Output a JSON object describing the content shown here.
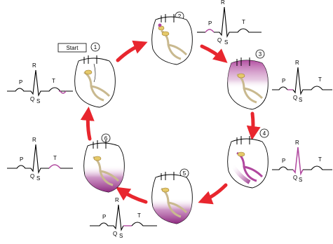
{
  "start_label": "Start",
  "ecg_wave_labels": {
    "p": "P",
    "q": "Q",
    "r": "R",
    "s": "S",
    "t": "T"
  },
  "highlight_color": "#b0479e",
  "arrow_color": "#e8262e",
  "stages": [
    {
      "number": "1",
      "highlight": "T wave"
    },
    {
      "number": "2",
      "highlight": "P wave"
    },
    {
      "number": "3",
      "highlight": "PR segment"
    },
    {
      "number": "4",
      "highlight": "QRS complex"
    },
    {
      "number": "5",
      "highlight": "ST segment"
    },
    {
      "number": "6",
      "highlight": "T wave"
    }
  ]
}
